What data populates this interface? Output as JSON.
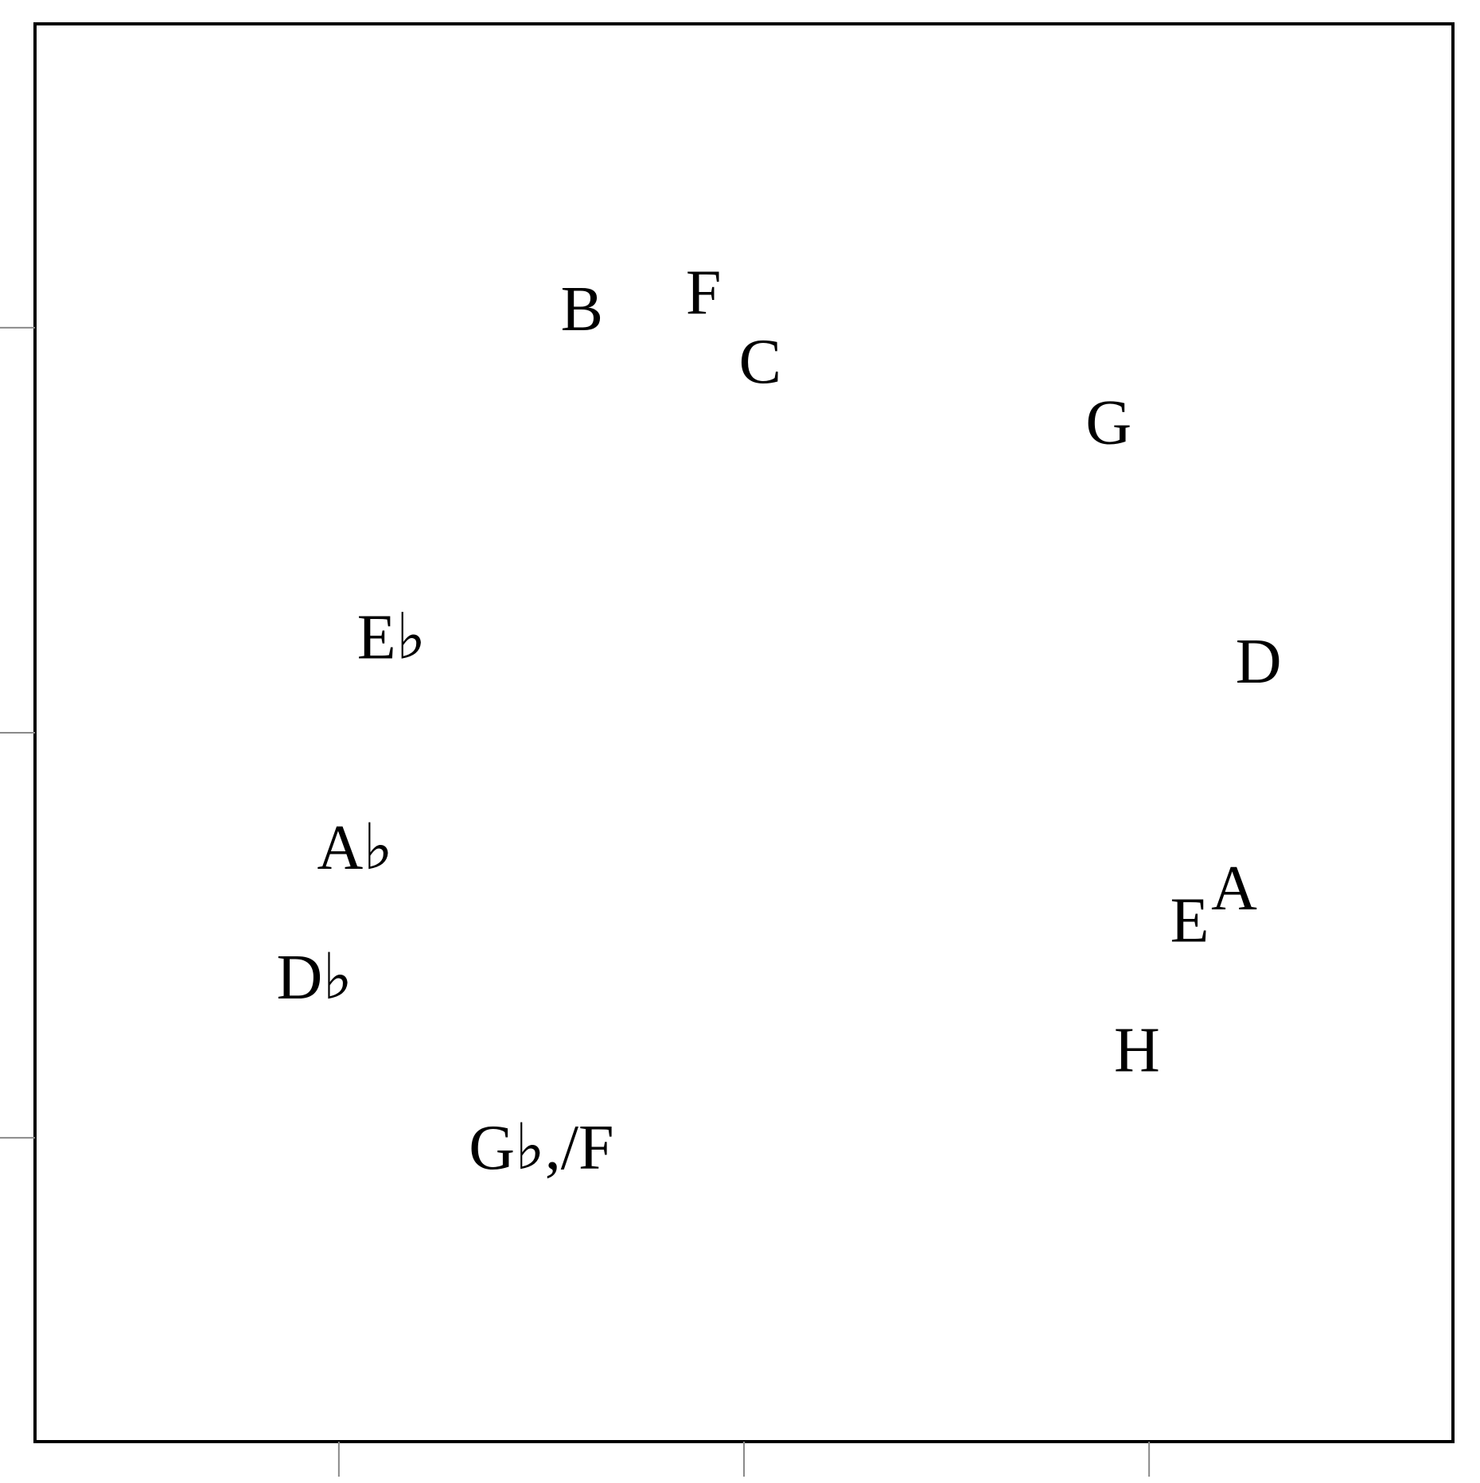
{
  "chart_data": {
    "type": "scatter",
    "title": "",
    "xlabel": "",
    "ylabel": "",
    "xlim": [
      0,
      3.5
    ],
    "ylim": [
      0,
      3.5
    ],
    "x_ticks": [
      0.75,
      1.75,
      2.75
    ],
    "y_ticks": [
      0.75,
      1.75,
      2.75
    ],
    "x_tick_labels": [],
    "y_tick_labels": [],
    "grid": false,
    "legend": "none",
    "marker": "text",
    "color": "#000000",
    "points": [
      {
        "label": "B",
        "x": 1.35,
        "y": 2.78
      },
      {
        "label": "F",
        "x": 1.65,
        "y": 2.82
      },
      {
        "label": "C",
        "x": 1.79,
        "y": 2.65
      },
      {
        "label": "G",
        "x": 2.65,
        "y": 2.5
      },
      {
        "label": "E♭",
        "x": 0.88,
        "y": 1.97
      },
      {
        "label": "D",
        "x": 3.02,
        "y": 1.91
      },
      {
        "label": "A♭",
        "x": 0.79,
        "y": 1.45
      },
      {
        "label": "A",
        "x": 2.96,
        "y": 1.35
      },
      {
        "label": "E",
        "x": 2.85,
        "y": 1.27
      },
      {
        "label": "D♭",
        "x": 0.69,
        "y": 1.13
      },
      {
        "label": "H",
        "x": 2.72,
        "y": 0.95
      },
      {
        "label": "G♭,/F",
        "x": 1.25,
        "y": 0.71
      }
    ]
  }
}
